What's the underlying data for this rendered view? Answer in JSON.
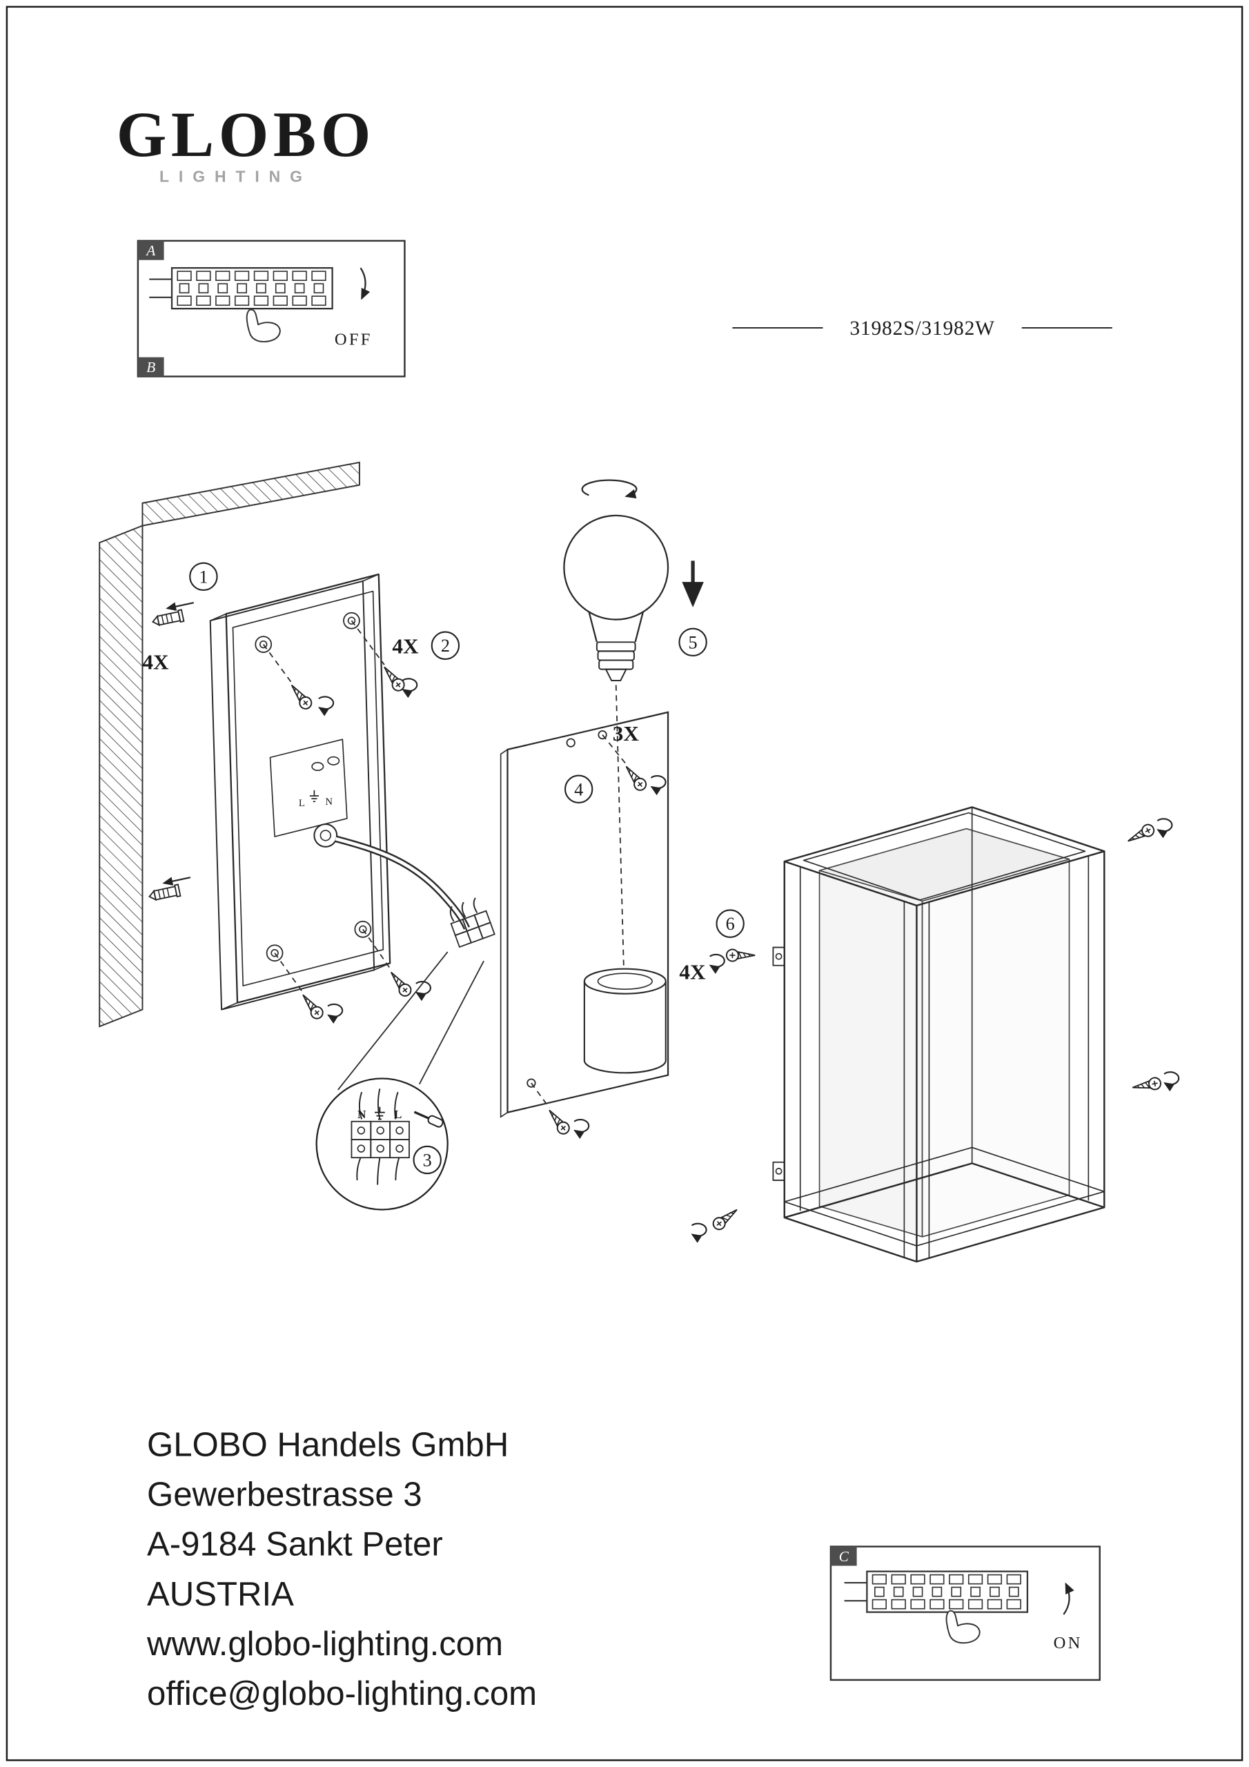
{
  "logo": {
    "name": "GLOBO",
    "subtitle": "LIGHTING"
  },
  "model": {
    "label": "31982S/31982W"
  },
  "panel_a": {
    "badge_top": "A",
    "badge_bottom": "B",
    "state_label": "OFF"
  },
  "panel_c": {
    "badge": "C",
    "state_label": "ON"
  },
  "steps": [
    "1",
    "2",
    "3",
    "4",
    "5",
    "6"
  ],
  "quantities": {
    "wall_anchors": "4X",
    "plate_screws": "4X",
    "panel_screws": "3X",
    "cage_screws": "4X"
  },
  "terminal_detail": {
    "neutral": "N",
    "live": "L"
  },
  "plate_markings": {
    "live": "L",
    "neutral": "N"
  },
  "address": {
    "company": "GLOBO Handels GmbH",
    "street": "Gewerbestrasse 3",
    "city": "A-9184 Sankt Peter",
    "country": "AUSTRIA",
    "website": "www.globo-lighting.com",
    "email": "office@globo-lighting.com"
  },
  "colors": {
    "ink": "#1a1a1a",
    "line": "#2a2a2a",
    "badge": "#4d4d4d",
    "logo_subtitle": "#a3a3a3"
  }
}
